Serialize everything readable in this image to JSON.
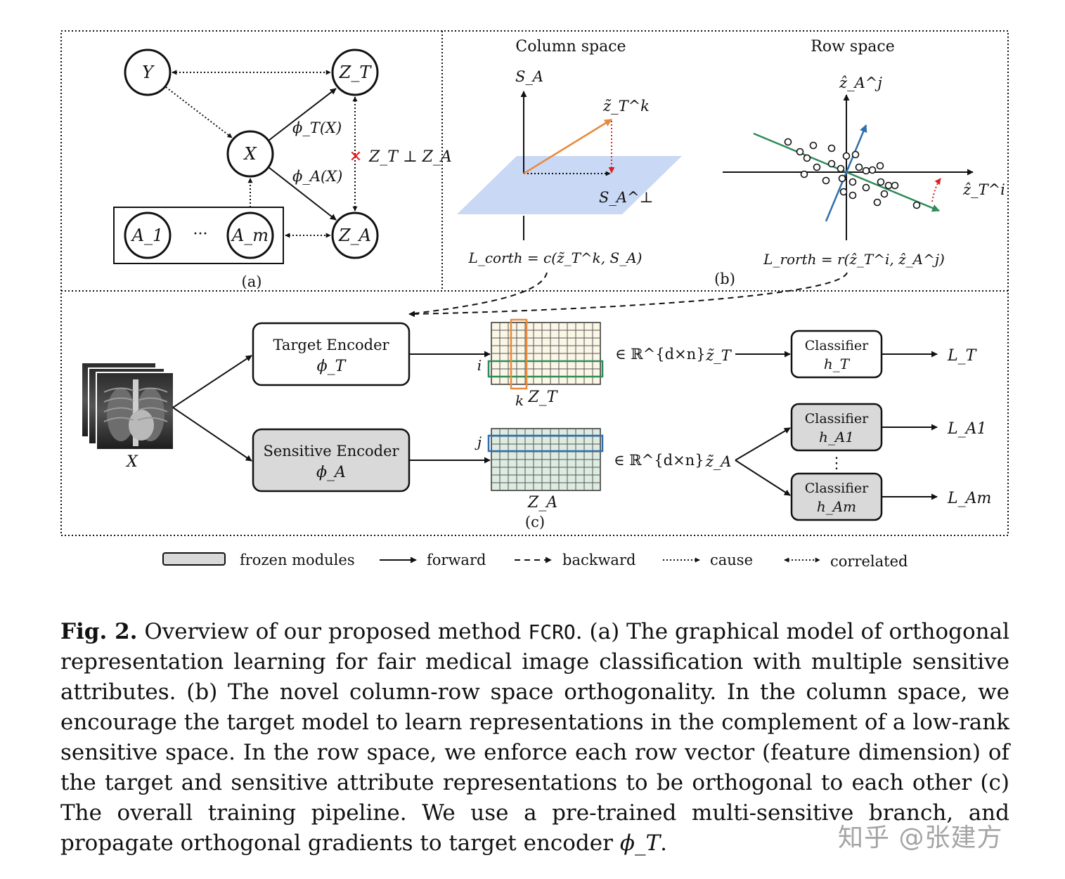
{
  "panel_a": {
    "nodes": {
      "y": "Y",
      "zt": "Z_T",
      "x": "X",
      "a1": "A_1",
      "dots": "···",
      "am": "A_m",
      "za": "Z_A"
    },
    "edge_phi_t": "ϕ_T(X)",
    "edge_phi_a": "ϕ_A(X)",
    "independence_mark": "✕",
    "independence": "Z_T ⊥ Z_A",
    "label": "(a)"
  },
  "panel_b": {
    "column_title": "Column space",
    "row_title": "Row space",
    "s_a": "S_A",
    "z_t_k": "z̃_T^k",
    "s_a_perp": "S_A^⊥",
    "z_a_j": "ẑ_A^j",
    "z_t_i": "ẑ_T^i",
    "l_corth": "L_corth = c(z̃_T^k, S_A)",
    "l_rorth": "L_rorth = r(ẑ_T^i, ẑ_A^j)",
    "label": "(b)"
  },
  "panel_c": {
    "input_label": "X",
    "target_encoder": {
      "title": "Target Encoder",
      "symbol": "ϕ_T"
    },
    "sensitive_encoder": {
      "title": "Sensitive Encoder",
      "symbol": "ϕ_A"
    },
    "zt_set": "∈ ℝ^{d×n}",
    "za_set": "∈ ℝ^{d×n}",
    "i_label": "i",
    "k_label": "k",
    "j_label": "j",
    "zt_label": "Z_T",
    "za_label": "Z_A",
    "zt_tilde": "z̃_T",
    "za_tilde": "z̃_A",
    "classifier_t": {
      "title": "Classifier",
      "symbol": "h_T",
      "loss": "L_T"
    },
    "classifier_a1": {
      "title": "Classifier",
      "symbol": "h_A1",
      "loss": "L_A1"
    },
    "classifier_dots": "⋮",
    "classifier_am": {
      "title": "Classifier",
      "symbol": "h_Am",
      "loss": "L_Am"
    },
    "label": "(c)"
  },
  "legend": {
    "frozen": "frozen modules",
    "forward": "forward",
    "backward": "backward",
    "cause": "cause",
    "correlated": "correlated"
  },
  "caption": {
    "fig_label": "Fig. 2.",
    "text_before": " Overview of our proposed method ",
    "method": "FCRO",
    "text_after": ". (a) The graphical model of orthogonal representation learning for fair medical image classification with multiple sensitive attributes. (b) The novel column-row space orthogonality. In the column space, we encourage the target model to learn representations in the complement of a low-rank sensitive space. In the row space, we enforce each row vector (feature dimension) of the target and sensitive attribute representations to be orthogonal to each other (c) The overall training pipeline. We use a pre-trained multi-sensitive branch, and propagate orthogonal gradients to target encoder ",
    "end_symbol": "ϕ_T",
    "end_period": "."
  },
  "watermark": "知乎 @张建方",
  "colors": {
    "plane": "#c9d8f5",
    "orange": "#e88a3c",
    "green": "#2e8b57",
    "blue": "#2f6fb0",
    "red": "#e02020",
    "frozen_fill": "#d9d9d9",
    "zt_fill": "#fbf6e6",
    "za_fill": "#dcece0"
  }
}
